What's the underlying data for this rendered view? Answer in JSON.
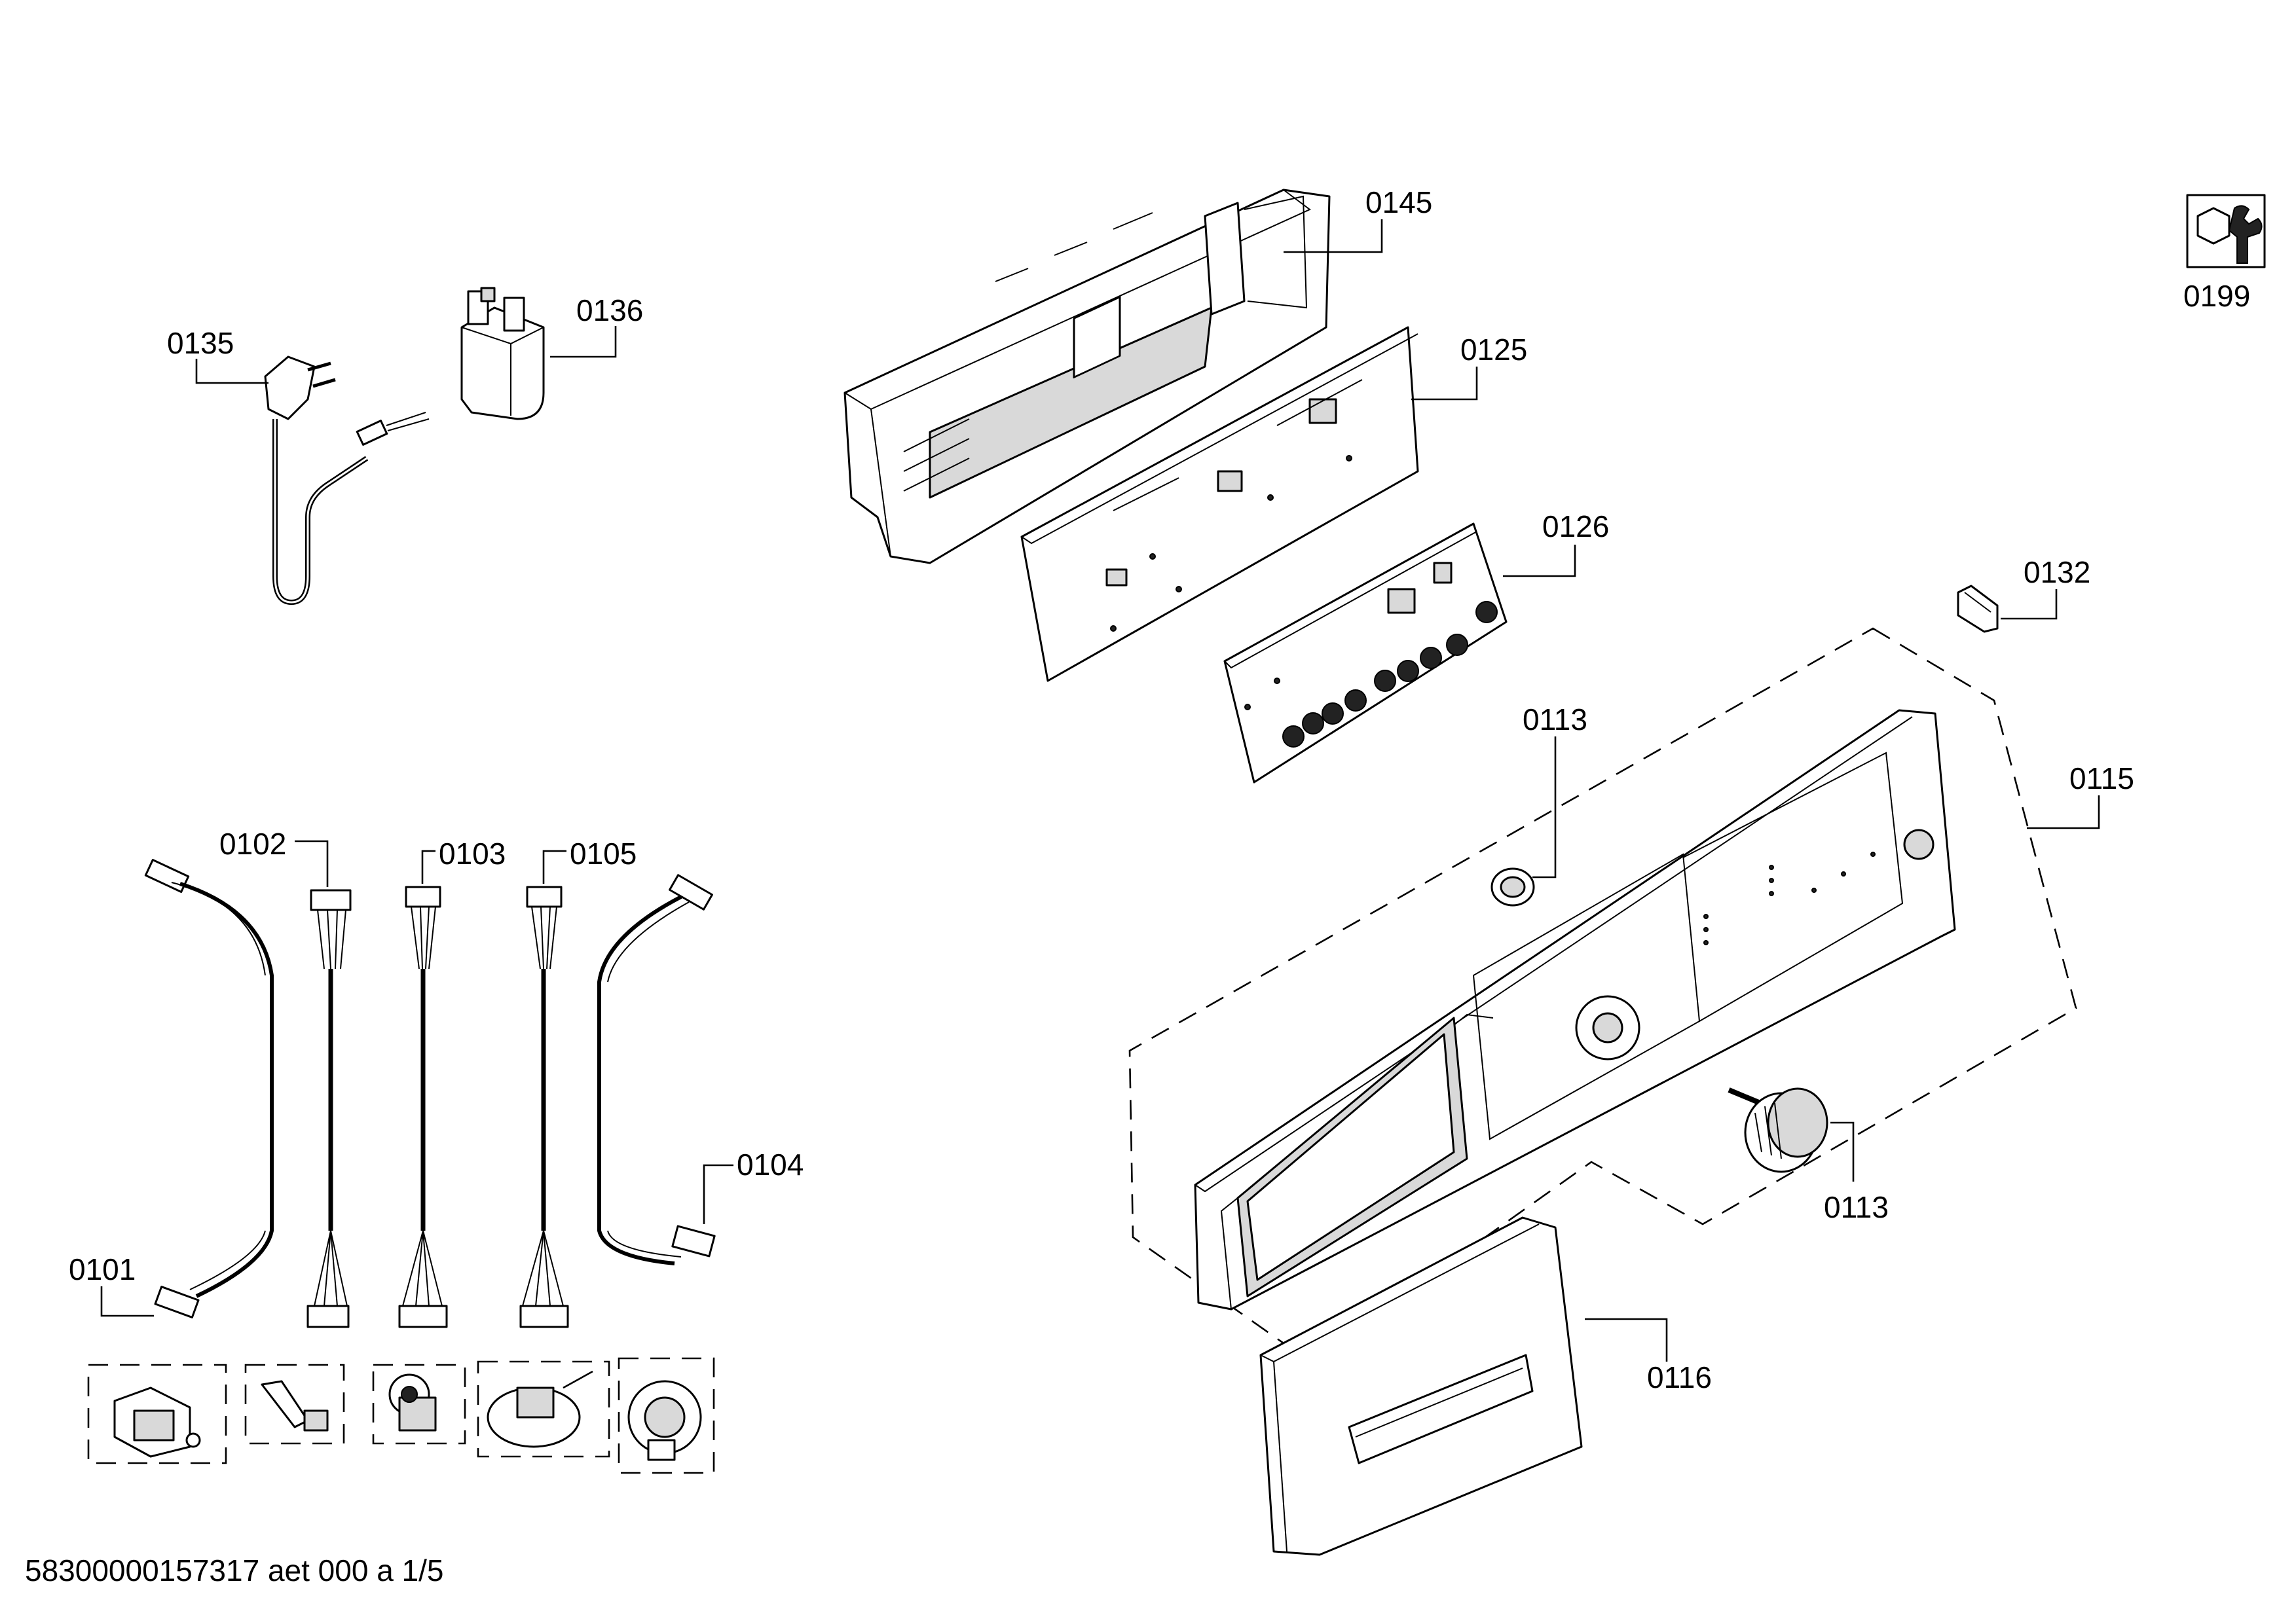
{
  "labels": {
    "p0145": "0145",
    "p0125": "0125",
    "p0126": "0126",
    "p0136": "0136",
    "p0135": "0135",
    "p0199": "0199",
    "p0132": "0132",
    "p0113a": "0113",
    "p0115": "0115",
    "p0113b": "0113",
    "p0116": "0116",
    "p0102": "0102",
    "p0103": "0103",
    "p0105": "0105",
    "p0104": "0104",
    "p0101": "0101"
  },
  "footer": "58300000157317 aet 000 a 1/5",
  "icons": {
    "service": "wrench-nut-icon"
  }
}
